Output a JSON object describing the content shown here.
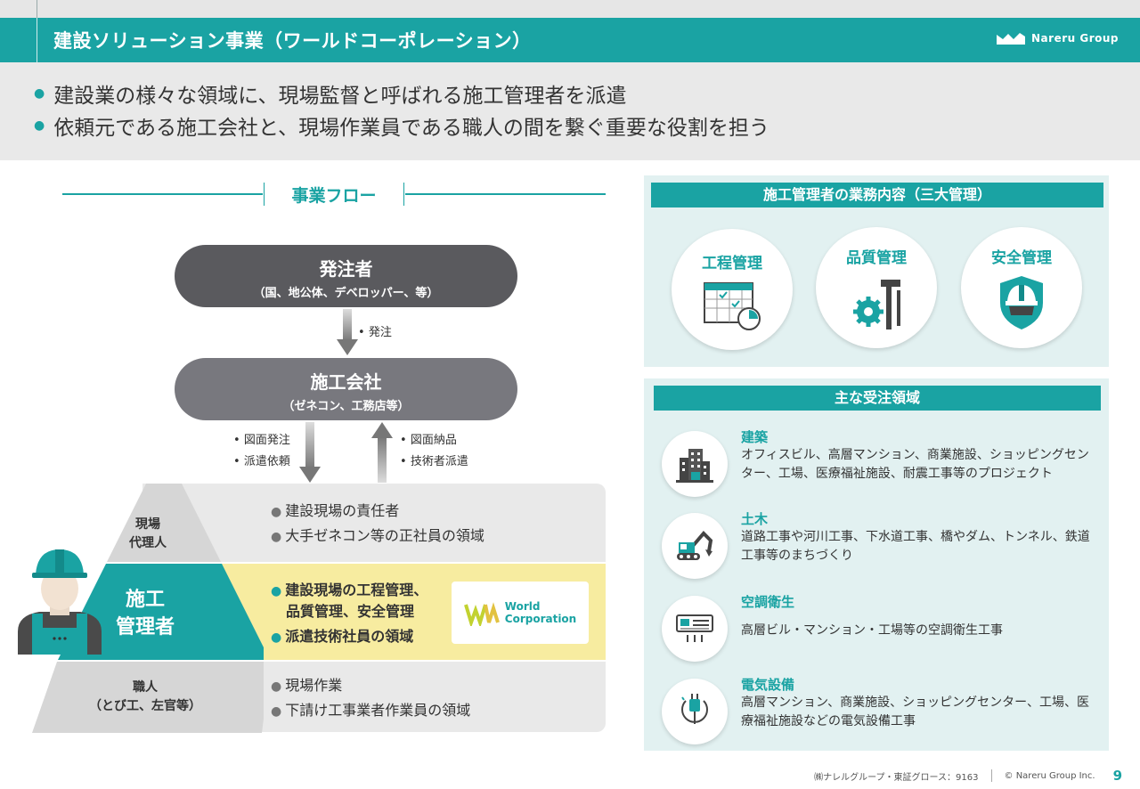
{
  "header": {
    "title": "建設ソリューション事業（ワールドコーポレーション）",
    "brand": "Nareru Group"
  },
  "summary": {
    "line1": "建設業の様々な領域に、現場監督と呼ばれる施工管理者を派遣",
    "line2": "依頼元である施工会社と、現場作業員である職人の間を繋ぐ重要な役割を担う"
  },
  "flow": {
    "title": "事業フロー",
    "client": {
      "name": "発注者",
      "sub": "（国、地公体、デベロッパー、等）"
    },
    "order_label": "発注",
    "contractor": {
      "name": "施工会社",
      "sub": "（ゼネコン、工務店等）"
    },
    "down_labels": [
      "図面発注",
      "派遣依頼"
    ],
    "up_labels": [
      "図面納品",
      "技術者派遣"
    ],
    "tiers": [
      {
        "label_lines": [
          "現場",
          "代理人"
        ],
        "bullets": [
          "建設現場の責任者",
          "大手ゼネコン等の正社員の領域"
        ]
      },
      {
        "label_lines": [
          "施工",
          "管理者"
        ],
        "bullets": [
          "建設現場の工程管理、",
          "品質管理、安全管理",
          "派遣技術社員の領域"
        ]
      },
      {
        "label_lines": [
          "職人",
          "（とび工、左官等）"
        ],
        "bullets": [
          "現場作業",
          "下請け工事業者作業員の領域"
        ]
      }
    ],
    "logo_text": [
      "World",
      "Corporation"
    ]
  },
  "duties": {
    "title": "施工管理者の業務内容（三大管理）",
    "items": [
      {
        "label": "工程管理",
        "icon": "schedule-icon"
      },
      {
        "label": "品質管理",
        "icon": "tools-icon"
      },
      {
        "label": "安全管理",
        "icon": "helmet-shield-icon"
      }
    ]
  },
  "areas": {
    "title": "主な受注領域",
    "items": [
      {
        "title": "建築",
        "desc": "オフィスビル、高層マンション、商業施設、ショッピングセンター、工場、医療福祉施設、耐震工事等のプロジェクト",
        "icon": "building-icon"
      },
      {
        "title": "土木",
        "desc": "道路工事や河川工事、下水道工事、橋やダム、トンネル、鉄道工事等のまちづくり",
        "icon": "excavator-icon"
      },
      {
        "title": "空調衛生",
        "desc": "高層ビル・マンション・工場等の空調衛生工事",
        "icon": "air-conditioner-icon"
      },
      {
        "title": "電気設備",
        "desc": "高層マンション、商業施設、ショッピングセンター、工場、医療福祉施設などの電気設備工事",
        "icon": "plug-icon"
      }
    ]
  },
  "footer": {
    "company": "㈱ナレルグループ・東証グロース：9163",
    "copyright": "© Nareru Group Inc.",
    "page": "9"
  },
  "colors": {
    "accent": "#1aa3a3",
    "dark_pill": "#5a5a5e",
    "mid_pill": "#78787e",
    "highlight": "#f7eca0",
    "panel": "#e2f1f1"
  }
}
